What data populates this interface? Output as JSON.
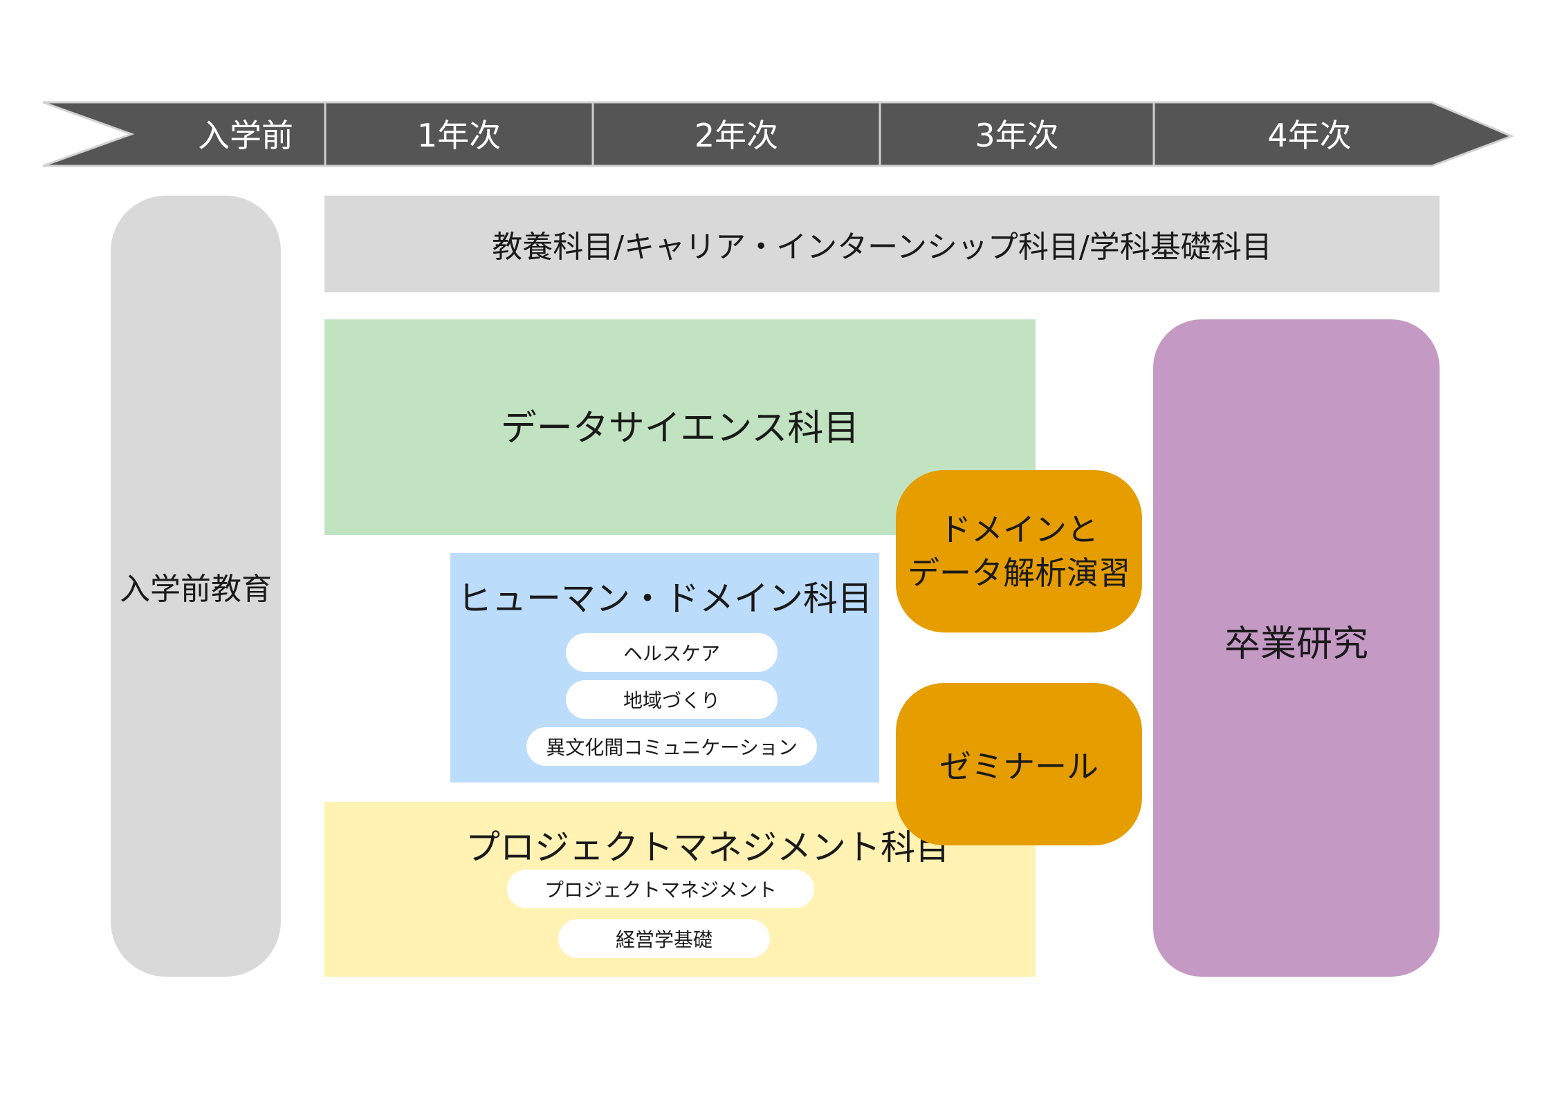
{
  "timeline": {
    "stages": [
      "入学前",
      "1年次",
      "2年次",
      "3年次",
      "4年次"
    ]
  },
  "pre_entry": {
    "label": "入学前教育"
  },
  "general": {
    "label": "教養科目/キャリア・インターンシップ科目/学科基礎科目"
  },
  "data_science": {
    "label": "データサイエンス科目"
  },
  "human_domain": {
    "label": "ヒューマン・ドメイン科目",
    "items": [
      "ヘルスケア",
      "地域づくり",
      "異文化間コミュニケーション"
    ]
  },
  "project_management": {
    "label": "プロジェクトマネジメント科目",
    "items": [
      "プロジェクトマネジメント",
      "経営学基礎"
    ]
  },
  "domain_practice": {
    "line1": "ドメインと",
    "line2": "データ解析演習"
  },
  "seminar": {
    "label": "ゼミナール"
  },
  "graduation": {
    "label": "卒業研究"
  },
  "colors": {
    "timeline": "#555555",
    "gray": "#d9d9d9",
    "green": "#c1e3c1",
    "blue": "#bcdcfb",
    "yellow": "#fff2b3",
    "orange": "#e59d00",
    "purple": "#c499c4"
  }
}
